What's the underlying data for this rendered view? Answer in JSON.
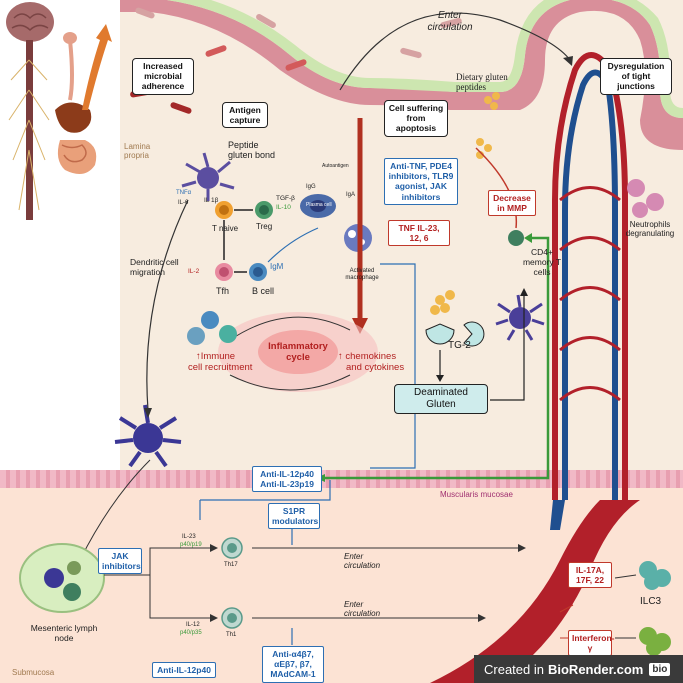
{
  "colors": {
    "lamina": "#f7ecdf",
    "submucosa": "#fce3d4",
    "epithelium": "#d98f9a",
    "brush": "#cde6b0",
    "artery": "#b2202a",
    "vein": "#1f4f8f",
    "blue_text": "#1f5fa8",
    "red_text": "#b22020",
    "green_arrow": "#3a9a3a"
  },
  "labels": {
    "enter_circulation_top": "Enter circulation",
    "increased_adherence": "Increased microbial adherence",
    "dysregulation": "Dysregulation of tight junctions",
    "dietary_gluten": "Dietary gluten peptides",
    "antigen_capture": "Antigen capture",
    "cell_suffering": "Cell suffering from apoptosis",
    "lamina_propria": "Lamina propria",
    "peptide_bond": "Peptide gluten bond",
    "tnf_small": "TNFα",
    "il6_small": "IL-6",
    "il1b": "IL 1β",
    "tgfb": "TGF-β",
    "il10": "IL-10",
    "t_naive": "T naive",
    "treg": "Treg",
    "autoantigen": "Autoantigen",
    "igg": "IgG",
    "iga": "IgA",
    "plasma_cell": "Plasma cell",
    "anti_tnf_box": "Anti-TNF, PDE4 inhibitors, TLR9 agonist, JAK inhibitors",
    "tnf_il_box": "TNF IL-23, 12, 6",
    "decrease_mmp": "Decrease in MMP",
    "cd4_memory": "CD4+ memory T cells",
    "neutrophils": "Neutrophils degranulating",
    "dendritic_migration": "Dendritic cell migration",
    "il2": "IL-2",
    "igm": "IgM",
    "tfh": "Tfh",
    "b_cell": "B cell",
    "activated_macrophage": "Activated macrophage",
    "tg2": "TG-2",
    "immune_recruitment_1": "↑Immune",
    "immune_recruitment_2": "cell recruitment",
    "inflammatory_cycle": "Inflammatory cycle",
    "chemokines_1": "↑ chemokines",
    "chemokines_2": "and cytokines",
    "deaminated_gluten": "Deaminated Gluten",
    "anti_il12_box_1": "Anti-IL-12p40",
    "anti_il12_box_2": "Anti-IL-23p19",
    "muscularis": "Muscularis mucosae",
    "s1pr": "S1PR modulators",
    "jak_inhibitors": "JAK inhibitors",
    "il23": "IL-23",
    "p40p19": "p40/p19",
    "th17": "Th17",
    "il12": "IL-12",
    "p40p35": "p40/p35",
    "th1": "Th1",
    "enter_circulation_1": "Enter circulation",
    "enter_circulation_2": "Enter circulation",
    "mesenteric": "Mesenteric lymph node",
    "il17_box": "IL-17A, 17F, 22",
    "ilc3": "ILC3",
    "interferon_box": "Interferon-γ",
    "anti_a4b7_box": "Anti-α4β7, αEβ7, β7, MAdCAM-1",
    "anti_il12_bottom": "Anti-IL-12p40",
    "submucosa": "Submucosa",
    "footer_created": "Created in",
    "footer_brand": "BioRender.com",
    "footer_logo": "bio"
  }
}
